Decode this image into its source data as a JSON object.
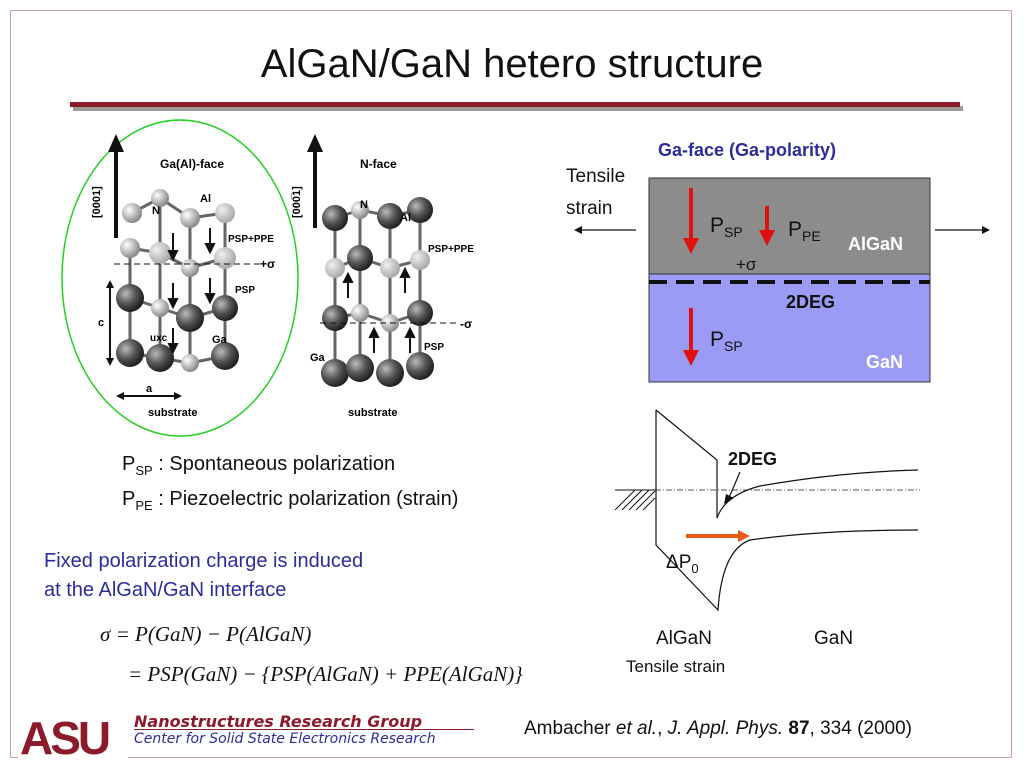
{
  "slide": {
    "title": "AlGaN/GaN hetero structure"
  },
  "crystal": {
    "left_title": "Ga(Al)-face",
    "right_title": "N-face",
    "axis_label_left": "[0001]",
    "axis_label_right": "[000̅1]",
    "left_labels": {
      "n": "N",
      "al": "Al",
      "psp_ppe": "PSP+PPE",
      "charge": "+σ",
      "c": "c",
      "psp": "PSP",
      "uxc": "uxc",
      "ga": "Ga",
      "a": "a",
      "substrate": "substrate"
    },
    "right_labels": {
      "n": "N",
      "al": "Al",
      "psp_ppe": "PSP+PPE",
      "charge": "-σ",
      "ga": "Ga",
      "psp": "PSP",
      "substrate": "substrate"
    }
  },
  "hetero": {
    "heading": "Ga-face (Ga-polarity)",
    "strain_label_1": "Tensile",
    "strain_label_2": "strain",
    "psp_top": "P",
    "psp_top_sub": "SP",
    "ppe": "P",
    "ppe_sub": "PE",
    "plus_sigma": "+σ",
    "algan": "AlGaN",
    "deg": "2DEG",
    "psp_bottom": "P",
    "psp_bottom_sub": "SP",
    "gan": "GaN",
    "colors": {
      "algan_fill": "#8c8c8c",
      "gan_fill": "#9b9bf5",
      "arrow": "#e01010"
    }
  },
  "band": {
    "deg_label": "2DEG",
    "dp0": "ΔP",
    "dp0_sub": "0",
    "algan_label": "AlGaN",
    "gan_label": "GaN",
    "tensile_label": "Tensile strain",
    "arrow_color": "#e85a1a"
  },
  "definitions": {
    "psp_symbol": "P",
    "psp_sub": "SP",
    "psp_text": " : Spontaneous polarization",
    "ppe_symbol": "P",
    "ppe_sub": "PE",
    "ppe_text": " : Piezoelectric polarization (strain)"
  },
  "note": {
    "line1": "Fixed polarization charge is induced",
    "line2": "at the AlGaN/GaN interface"
  },
  "equation": {
    "line1": "σ = P(GaN) − P(AlGaN)",
    "line2": "= PSP(GaN) − {PSP(AlGaN) + PPE(AlGaN)}"
  },
  "footer": {
    "logo_text": "ASU",
    "group": "Nanostructures Research Group",
    "center": "Center for Solid State Electronics Research",
    "ref_author": "Ambacher ",
    "ref_etal": "et al.",
    "ref_comma": ", ",
    "ref_journal": "J. Appl. Phys.",
    "ref_volume": " 87",
    "ref_rest": ", 334 (2000)"
  }
}
